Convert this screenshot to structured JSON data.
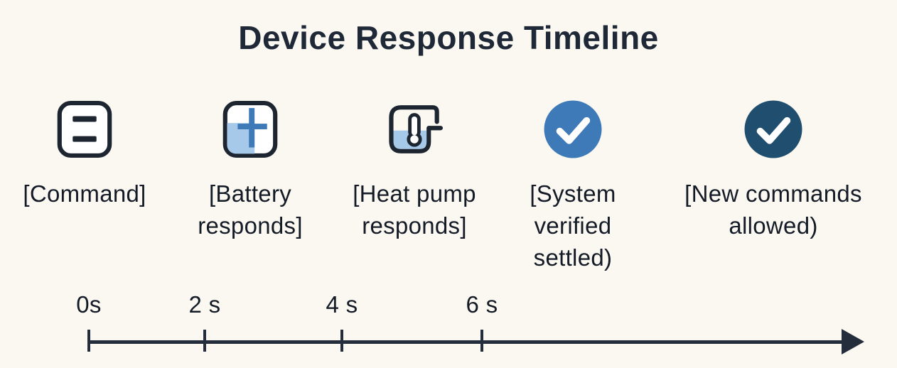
{
  "title": "Device Response Timeline",
  "stages": [
    {
      "icon": "command-list-icon",
      "lines": [
        "[Command]"
      ]
    },
    {
      "icon": "battery-charging-icon",
      "lines": [
        "[Battery",
        "responds]"
      ]
    },
    {
      "icon": "heat-pump-thermometer-icon",
      "lines": [
        "[Heat pump",
        "responds]"
      ]
    },
    {
      "icon": "check-circle-blue-icon",
      "lines": [
        "[System",
        "verified",
        "settled)"
      ]
    },
    {
      "icon": "check-circle-dark-icon",
      "lines": [
        "[New commands",
        "allowed)"
      ]
    }
  ],
  "timeline": {
    "tick_labels": [
      "0s",
      "2 s",
      "4 s",
      "6 s"
    ]
  },
  "colors": {
    "background": "#faf8f1",
    "ink": "#1d2531",
    "medium_blue": "#3e7ab8",
    "light_blue": "#a6c8e9",
    "dark_circle_blue": "#1f4e6e"
  }
}
